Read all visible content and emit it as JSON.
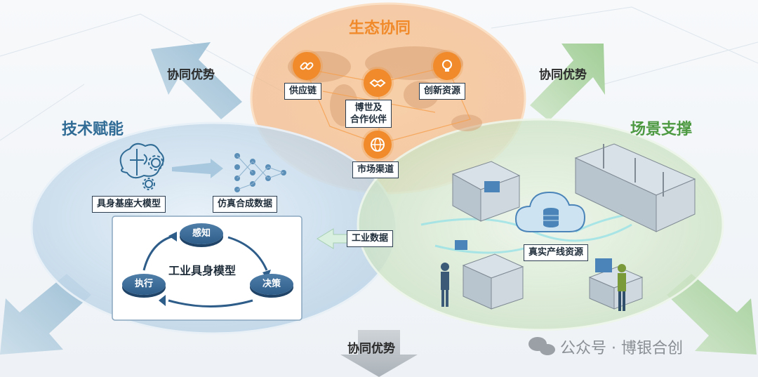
{
  "ecosystem": {
    "title": "生态协同",
    "items": {
      "supply_chain": "供应链",
      "innovation": "创新资源",
      "partners_line1": "博世及",
      "partners_line2": "合作伙伴",
      "market": "市场渠道"
    }
  },
  "tech": {
    "title": "技术赋能",
    "big_model": "具身基座大模型",
    "sim_data": "仿真合成数据",
    "cycle": {
      "center": "工业具身模型",
      "perceive": "感知",
      "decide": "决策",
      "execute": "执行"
    }
  },
  "scene": {
    "title": "场景支撑",
    "real_line": "真实产线资源"
  },
  "flow": {
    "industrial_data": "工业数据"
  },
  "advantages": {
    "top_left": "协同优势",
    "top_right": "协同优势",
    "bottom": "协同优势"
  },
  "watermark": "公众号 · 博银合创",
  "colors": {
    "orange": "#f08a2a",
    "tech_blue": "#2f6b95",
    "scene_green": "#4e9a43",
    "disc_blue": "#2e5d8a"
  },
  "icons": [
    "link-icon",
    "handshake-icon",
    "lightbulb-icon",
    "globe-icon",
    "brain-icon",
    "gear-icon",
    "neural-net-icon",
    "cloud-database-icon",
    "wechat-icon"
  ]
}
